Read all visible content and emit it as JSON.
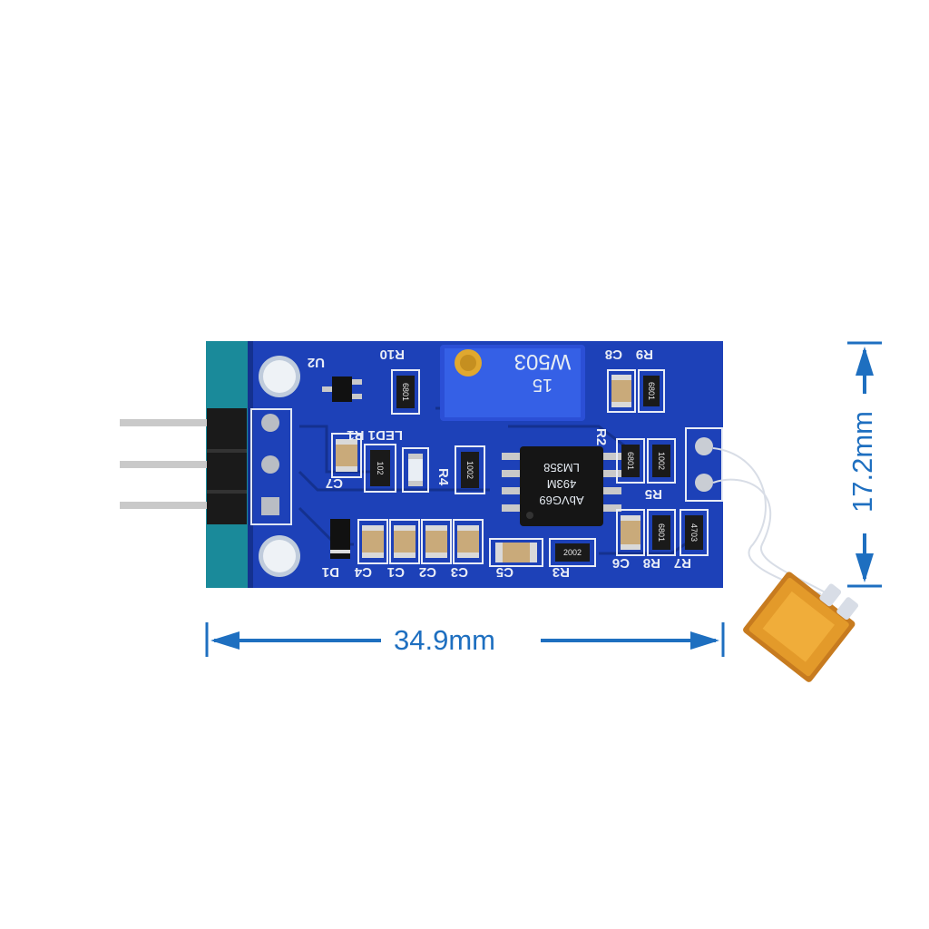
{
  "dimensions": {
    "width_label": "34.9mm",
    "height_label": "17.2mm"
  },
  "colors": {
    "board": "#1d41b8",
    "board_dark": "#14318f",
    "edge": "#1a8a9a",
    "dimension": "#1e6fc0",
    "trimpot": "#2b4fd6",
    "sensor": "#e39a2a"
  },
  "silkscreen": {
    "u2": "U2",
    "r10": "R10",
    "c8": "C8",
    "r9": "R9",
    "led1r1": "LED1 R1",
    "r4": "R4",
    "r2": "R2",
    "c7": "C7",
    "r5": "R5",
    "c6": "C6",
    "r8": "R8",
    "r7": "R7",
    "d1": "D1",
    "c4": "C4",
    "c1": "C1",
    "c2": "C2",
    "c3": "C3",
    "c5": "C5",
    "r3": "R3"
  },
  "parts": {
    "trimpot_marking": "W503",
    "trimpot_sub": "15",
    "ic_line1": "LM358",
    "ic_line2": "493M",
    "ic_line3": "AbVG69",
    "r10_code": "6801",
    "r1_code": "102",
    "r4_code": "1002",
    "r3_code": "2002",
    "r2_code": "6801",
    "r5_code": "1002",
    "r8_code": "6801",
    "r7_code": "4703",
    "r9_code": "6801"
  }
}
